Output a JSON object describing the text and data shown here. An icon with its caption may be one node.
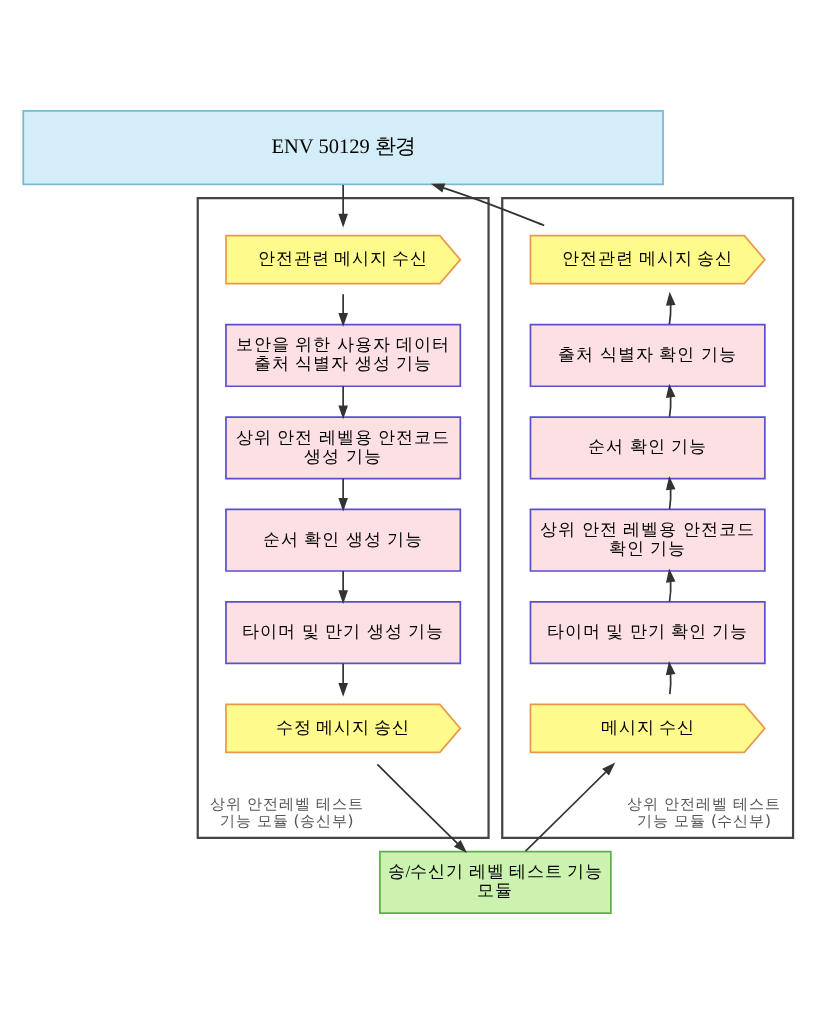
{
  "diagram": {
    "nodes": [
      {
        "text": [
          "ENV 50129 환경"
        ]
      },
      {
        "text": [
          "상위 안전레벨 테스트 기능 모듈 (송신부)"
        ]
      },
      {
        "text": [
          "안전관련 메시지 수신"
        ],
        "in": 1
      },
      {
        "text": [
          "보안을 위한 사용자 데이터 출처 식별자 생성 기능"
        ],
        "in": 1
      },
      {
        "text": [
          "상위 안전 레벨용 안전코드 생성 기능"
        ],
        "in": 1
      },
      {
        "text": [
          "순서 확인 생성 기능"
        ],
        "in": 1
      },
      {
        "text": [
          "타이머 및 만기 생성 기능"
        ],
        "in": 1
      },
      {
        "text": [
          "수정 메시지 송신"
        ],
        "in": 1
      },
      {
        "text": [
          "상위 안전레벨 테스트 기능 모듈 (수신부)"
        ]
      },
      {
        "text": [
          "안전관련 메시지 송신"
        ],
        "in": 8
      },
      {
        "text": [
          "출처 식별자 확인 기능"
        ],
        "in": 8
      },
      {
        "text": [
          "순서 확인 기능"
        ],
        "in": 8
      },
      {
        "text": [
          "상위 안전 레벨용 안전코드 확인 기능"
        ],
        "in": 8
      },
      {
        "text": [
          "타이머 및 만기 확인 기능"
        ],
        "in": 8
      },
      {
        "text": [
          "메시지 수신"
        ],
        "in": 8
      },
      {
        "text": [
          "송/수신기 레벨 테스트 기능 모듈"
        ]
      }
    ],
    "edges": [
      {
        "from": 0,
        "to": 2,
        "arrow": "to"
      },
      {
        "from": 2,
        "to": 3,
        "arrow": "to"
      },
      {
        "from": 3,
        "to": 4,
        "arrow": "to"
      },
      {
        "from": 4,
        "to": 5,
        "arrow": "to"
      },
      {
        "from": 5,
        "to": 6,
        "arrow": "to"
      },
      {
        "from": 6,
        "to": 7,
        "arrow": "to"
      },
      {
        "from": 7,
        "to": 15,
        "arrow": "to"
      },
      {
        "from": 15,
        "to": 14,
        "arrow": "to"
      },
      {
        "from": 14,
        "to": 13,
        "arrow": "to"
      },
      {
        "from": 13,
        "to": 12,
        "arrow": "to"
      },
      {
        "from": 12,
        "to": 11,
        "arrow": "to"
      },
      {
        "from": 11,
        "to": 10,
        "arrow": "to"
      },
      {
        "from": 10,
        "to": 9,
        "arrow": "to"
      },
      {
        "from": 9,
        "to": 0,
        "arrow": "to"
      }
    ]
  }
}
